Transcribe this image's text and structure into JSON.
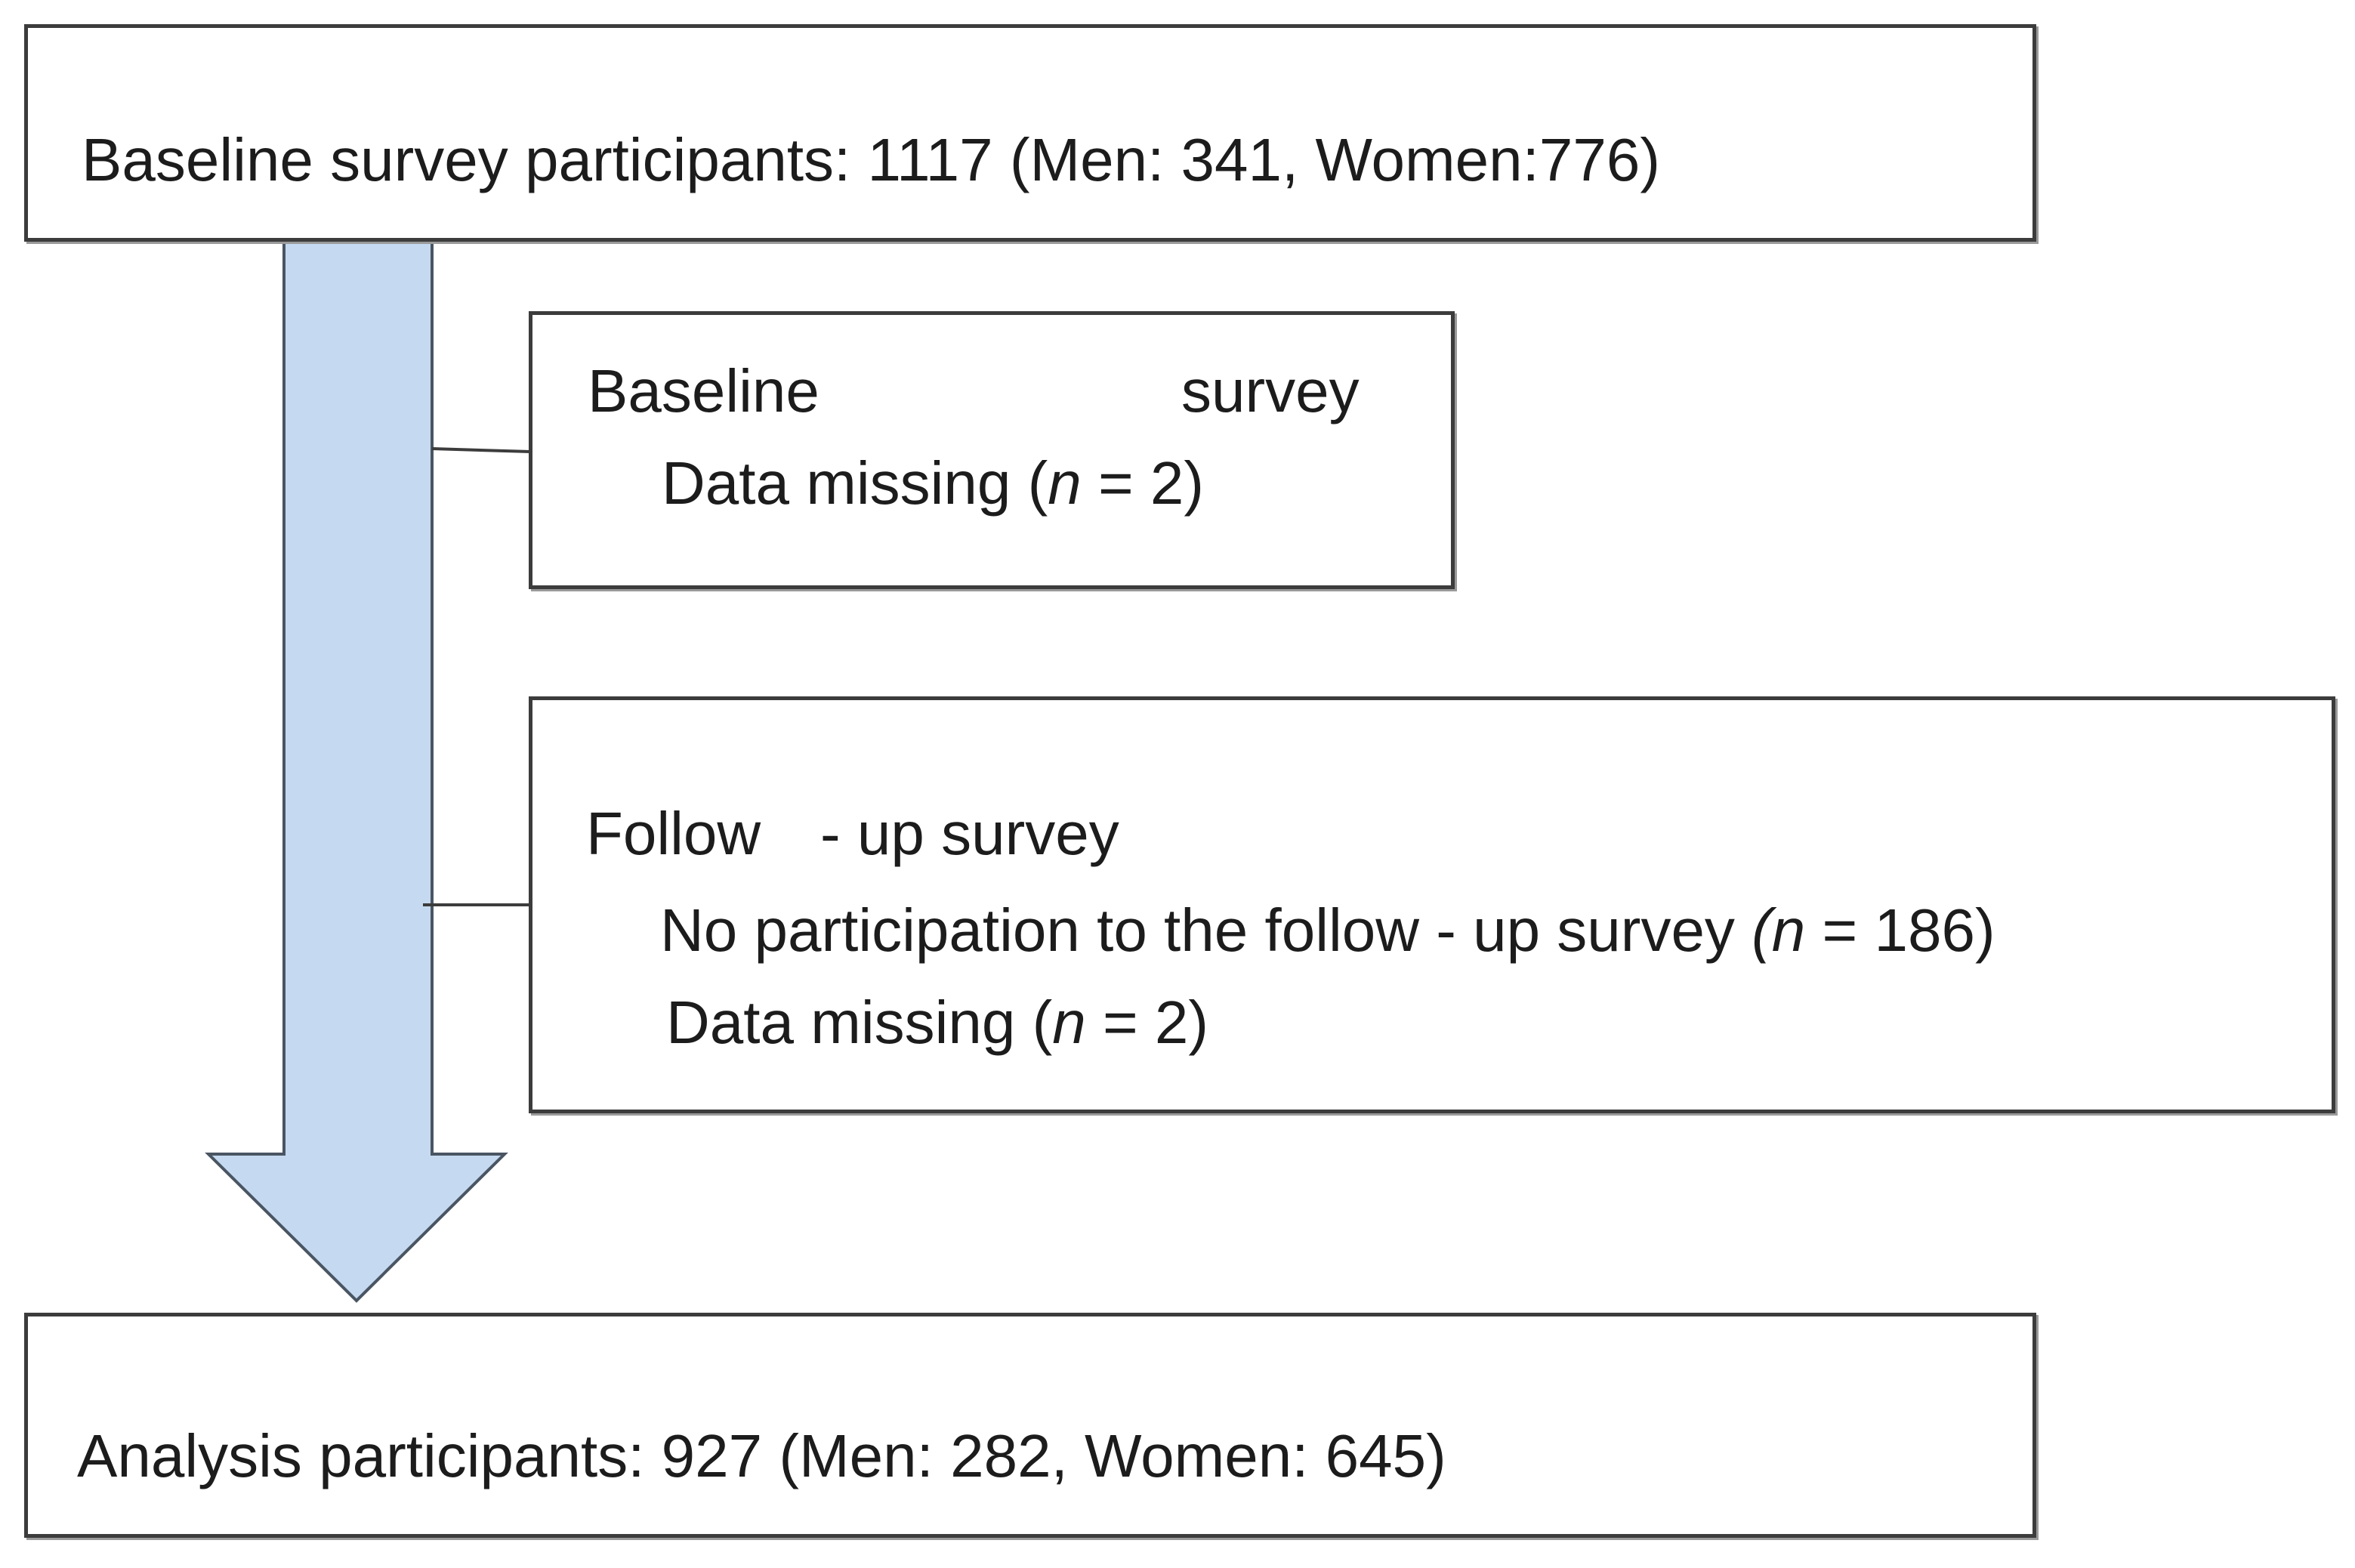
{
  "diagram": {
    "top_box": {
      "text": "Baseline survey participants: 1117 (Men: 341, Women:776)"
    },
    "exclusion_box_1": {
      "heading_left": "Baseline",
      "heading_right": "survey",
      "line_prefix": "Data missing (",
      "line_n": "n",
      "line_suffix": " = 2)"
    },
    "exclusion_box_2": {
      "heading_left": "Follow",
      "heading_right": "- up survey",
      "line1_text": "No participation to the follow - up survey ",
      "line1_open": "(",
      "line1_n": "n",
      "line1_suffix": " = 186)",
      "line2_prefix": "Data missing (",
      "line2_n": "n",
      "line2_suffix": " = 2)"
    },
    "bottom_box": {
      "text": "Analysis participants: 927 (Men: 282, Women: 645)"
    },
    "colors": {
      "arrow_fill": "#c5daf0",
      "arrow_stroke": "#4a5563",
      "box_border": "#3c3c3c"
    }
  }
}
